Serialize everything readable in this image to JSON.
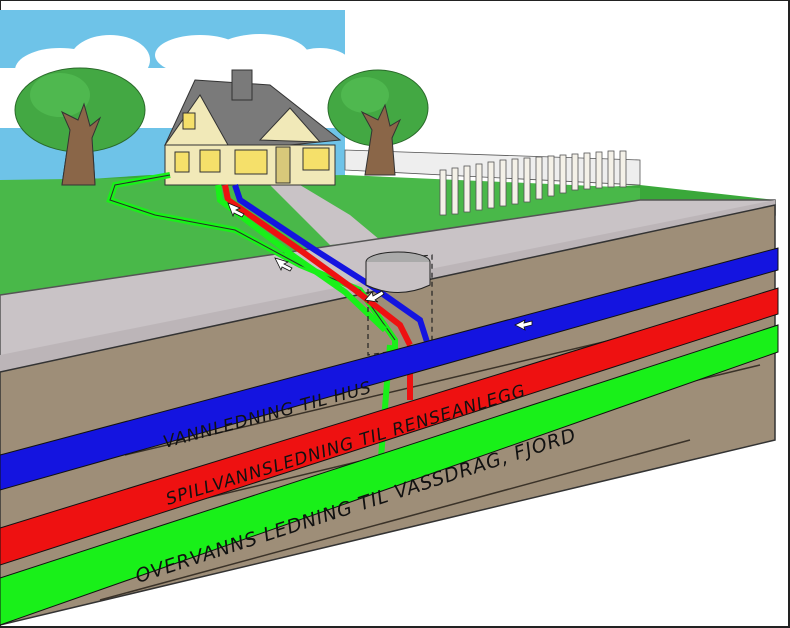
{
  "labels": {
    "water_main": "VANNLEDNING TIL HUS",
    "wastewater": "SPILLVANNSLEDNING TIL RENSEANLEGG",
    "stormwater": "OVERVANNS LEDNING TIL VASSDRAG, FJORD"
  },
  "colors": {
    "water_main": "#1414e0",
    "wastewater": "#ee1111",
    "stormwater": "#19f019",
    "sky": "#6ec3e8",
    "grass": "#3aa83a",
    "road": "#c9c3c6",
    "soil": "#9e8e78",
    "soil_dark": "#8a7a66"
  },
  "icons": [
    "house-icon",
    "tree-icon",
    "tree-icon",
    "fence-icon",
    "manhole-icon",
    "flow-arrow-icon"
  ]
}
